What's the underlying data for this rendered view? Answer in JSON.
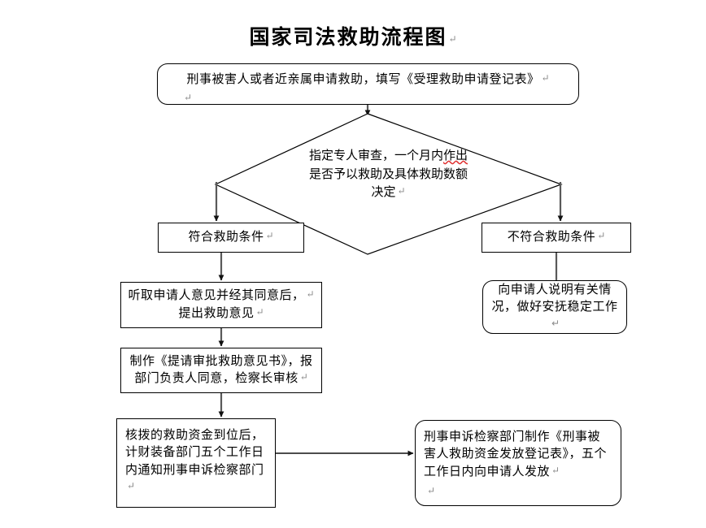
{
  "document": {
    "title": "国家司法救助流程图",
    "title_mark": "↵"
  },
  "diagram": {
    "type": "flowchart",
    "nodes": [
      {
        "id": "apply",
        "shape": "rounded-rectangle",
        "text": "刑事被害人或者近亲属申请救助，填写《受理救助申请登记表》",
        "mark": "↵",
        "second_line_mark": "↵"
      },
      {
        "id": "review-decision",
        "shape": "diamond",
        "text_line1": "指定专人审查，一个月内",
        "text_line1_flagged": "作出",
        "text_line2": "是否予以救助及具体救助数额",
        "text_line3": "决定",
        "mark": "↵"
      },
      {
        "id": "eligible",
        "shape": "rectangle",
        "text": "符合救助条件",
        "mark": "↵"
      },
      {
        "id": "not-eligible",
        "shape": "rectangle",
        "text": "不符合救助条件",
        "mark": "↵"
      },
      {
        "id": "opinion",
        "shape": "rectangle",
        "text_line1": "听取申请人意见并经其同意后，",
        "text_line1_mark": "↵",
        "text_line2": "提出救助意见",
        "mark": "↵"
      },
      {
        "id": "explain",
        "shape": "rounded-rectangle",
        "text": "向申请人说明有关情况，做好安抚稳定工作",
        "mark": "↵"
      },
      {
        "id": "approval",
        "shape": "rectangle",
        "text": "制作《提请审批救助意见书》，报部门负责人同意，检察长审核",
        "mark": "↵"
      },
      {
        "id": "funds",
        "shape": "rectangle",
        "text": "核拨的救助资金到位后，计财装备部门五个工作日内通知刑事申诉检察部门",
        "mark": "↵"
      },
      {
        "id": "disburse",
        "shape": "rounded-rectangle",
        "text": "刑事申诉检察部门制作《刑事被害人救助资金发放登记表》，五个工作日内向申请人发放",
        "mark": "↵",
        "second_line_mark": "↵"
      }
    ],
    "edges": [
      {
        "from": "apply",
        "to": "review-decision",
        "direction": "down"
      },
      {
        "from": "review-decision",
        "to": "eligible",
        "direction": "down-left",
        "label": ""
      },
      {
        "from": "review-decision",
        "to": "not-eligible",
        "direction": "down-right",
        "label": ""
      },
      {
        "from": "eligible",
        "to": "opinion",
        "direction": "down"
      },
      {
        "from": "not-eligible",
        "to": "explain",
        "direction": "down"
      },
      {
        "from": "opinion",
        "to": "approval",
        "direction": "down"
      },
      {
        "from": "approval",
        "to": "funds",
        "direction": "down"
      },
      {
        "from": "funds",
        "to": "disburse",
        "direction": "right"
      }
    ],
    "colors": {
      "stroke": "#000000",
      "connector": "#595959",
      "background": "#ffffff",
      "spellcheck_underline": "#e03030"
    }
  }
}
